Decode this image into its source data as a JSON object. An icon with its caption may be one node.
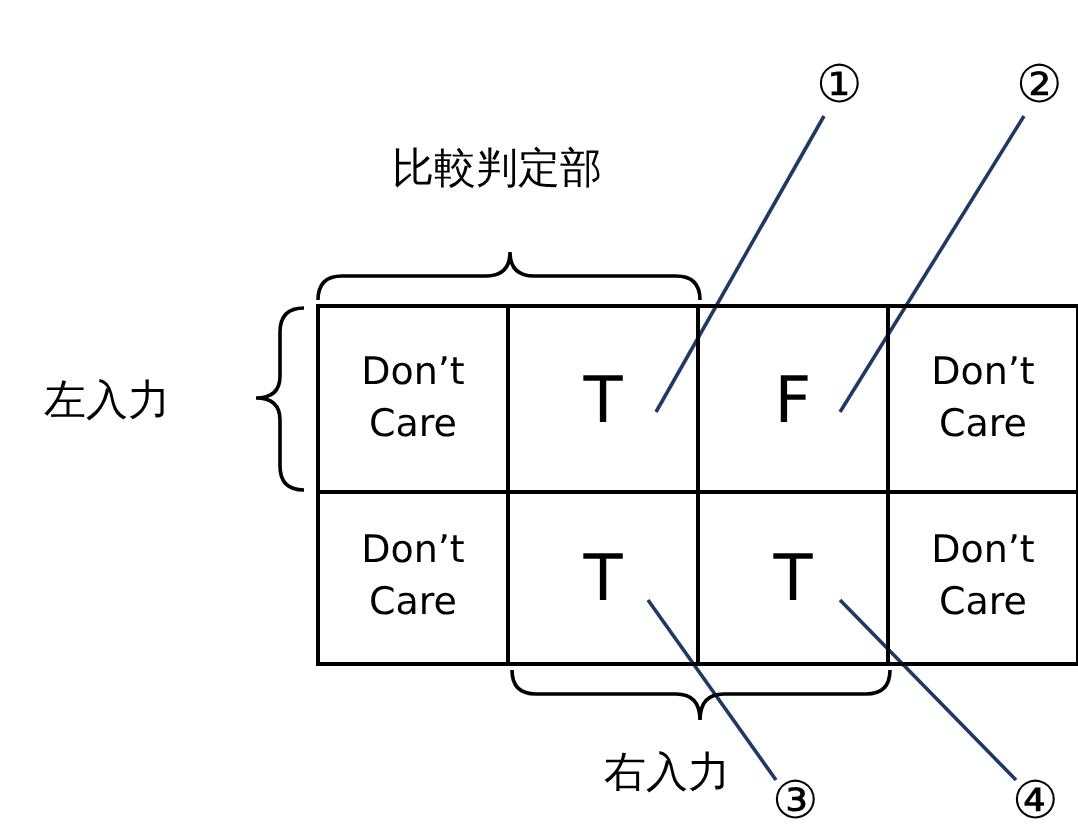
{
  "diagram": {
    "nodes": [
      {
        "text": [
          "Don’t Care"
        ]
      },
      {
        "text": [
          "T"
        ]
      },
      {
        "text": [
          "F"
        ]
      },
      {
        "text": [
          "Don’t Care"
        ]
      },
      {
        "text": [
          "Don’t Care"
        ]
      },
      {
        "text": [
          "T"
        ]
      },
      {
        "text": [
          "T"
        ]
      },
      {
        "text": [
          "Don’t Care"
        ]
      },
      {
        "text": [
          "①"
        ]
      },
      {
        "text": [
          "②"
        ]
      },
      {
        "text": [
          "③"
        ]
      },
      {
        "text": [
          "④"
        ]
      }
    ],
    "edges": [
      {
        "from": 8,
        "to": 1,
        "arrow": "none"
      },
      {
        "from": 9,
        "to": 2,
        "arrow": "none"
      },
      {
        "from": 10,
        "to": 5,
        "arrow": "none"
      },
      {
        "from": 11,
        "to": 6,
        "arrow": "none"
      }
    ],
    "labels": [
      "比較判定部",
      "左入力",
      "右入力"
    ]
  }
}
